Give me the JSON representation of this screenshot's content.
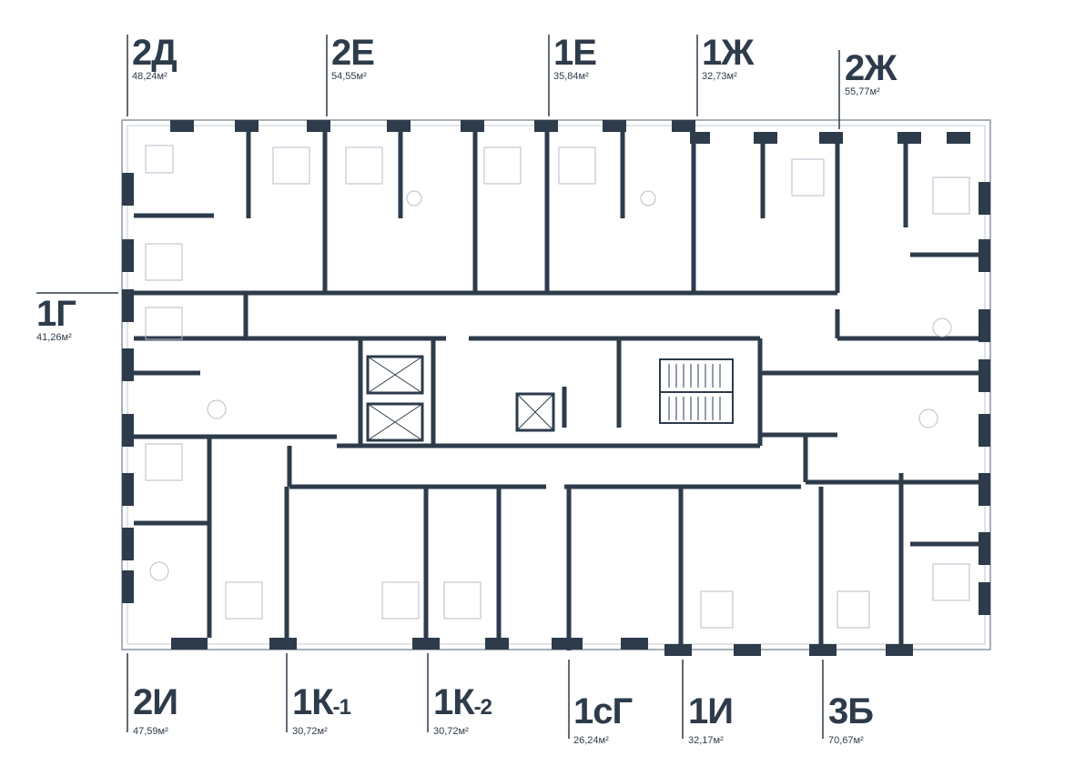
{
  "top_units": [
    {
      "code": "2Д",
      "area": "48,24м²"
    },
    {
      "code": "2Е",
      "area": "54,55м²"
    },
    {
      "code": "1Е",
      "area": "35,84м²"
    },
    {
      "code": "1Ж",
      "area": "32,73м²"
    },
    {
      "code": "2Ж",
      "area": "55,77м²"
    }
  ],
  "left_unit": {
    "code": "1Г",
    "area": "41,26м²"
  },
  "bottom_units": [
    {
      "code": "2И",
      "sub": "",
      "area": "47,59м²"
    },
    {
      "code": "1К",
      "sub": "-1",
      "area": "30,72м²"
    },
    {
      "code": "1К",
      "sub": "-2",
      "area": "30,72м²"
    },
    {
      "code": "1сГ",
      "sub": "",
      "area": "26,24м²"
    },
    {
      "code": "1И",
      "sub": "",
      "area": "32,17м²"
    },
    {
      "code": "3Б",
      "sub": "",
      "area": "70,67м²"
    }
  ],
  "colors": {
    "wall": "#2d3b4b",
    "thin": "#8a96a3",
    "bg": "#ffffff"
  }
}
